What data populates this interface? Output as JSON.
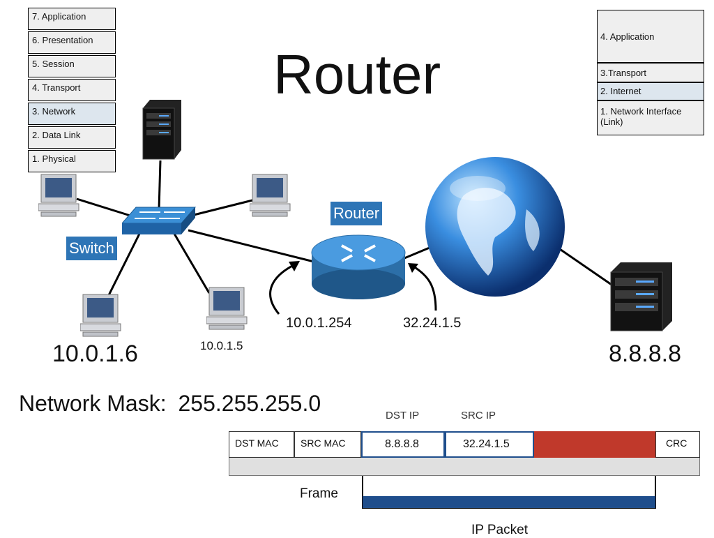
{
  "title": "Router",
  "osi_layers": [
    "7. Application",
    "6. Presentation",
    "5. Session",
    "4. Transport",
    "3. Network",
    "2. Data Link",
    "1. Physical"
  ],
  "tcpip_layers": [
    "4. Application",
    "3.Transport",
    "2. Internet",
    "1. Network Interface (Link)"
  ],
  "labels": {
    "router": "Router",
    "switch": "Switch"
  },
  "addresses": {
    "host_a": "10.0.1.6",
    "host_b": "10.0.1.5",
    "router_inside": "10.0.1.254",
    "router_outside": "32.24.1.5",
    "server": "8.8.8.8"
  },
  "network_mask": {
    "label": "Network Mask:",
    "value": "255.255.255.0"
  },
  "frame": {
    "dst_mac": "DST MAC",
    "src_mac": "SRC MAC",
    "dst_ip_header": "DST IP",
    "src_ip_header": "SRC IP",
    "dst_ip_value": "8.8.8.8",
    "src_ip_value": "32.24.1.5",
    "crc": "CRC",
    "frame_label": "Frame",
    "packet_label": "IP Packet",
    "payload_color": "#c0392b",
    "packet_bar_color": "#1f4e8c"
  }
}
